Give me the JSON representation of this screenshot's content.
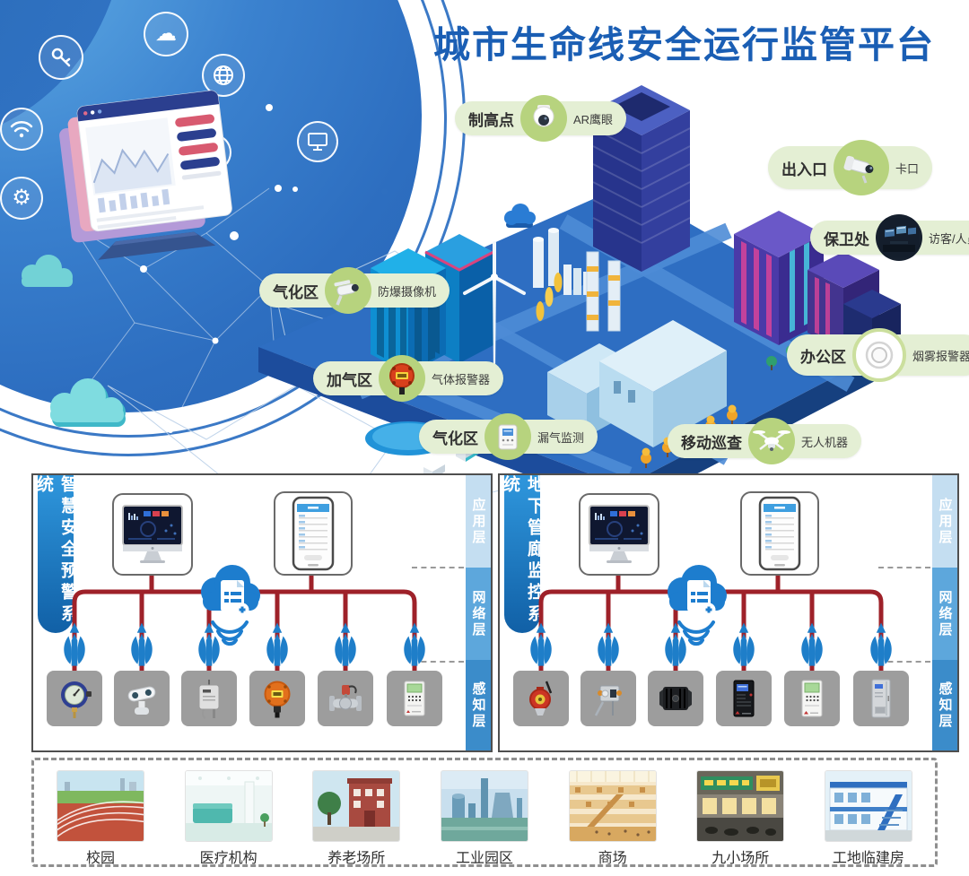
{
  "title": "城市生命线安全运行监管平台",
  "colors": {
    "title_blue": "#1a5eb4",
    "network_line_red": "#9e2129",
    "antenna_blue": "#1e7ec9",
    "callout_bg": "#e4efd4",
    "callout_circle": "#b7d37e",
    "layer_application": "#c4def1",
    "layer_network": "#5da7dc",
    "layer_perception": "#3b8cca",
    "platform_blue": "#2e6ec2"
  },
  "hero": {
    "icons": [
      {
        "name": "wifi-icon"
      },
      {
        "name": "key-icon"
      },
      {
        "name": "cloud-icon"
      },
      {
        "name": "globe-icon"
      },
      {
        "name": "gear-icon"
      },
      {
        "name": "mail-icon"
      },
      {
        "name": "monitor-icon"
      }
    ]
  },
  "city_callouts": [
    {
      "area": "制高点",
      "device": "AR鹰眼",
      "icon": "dome-camera-icon"
    },
    {
      "area": "出入口",
      "device": "卡口",
      "icon": "bullet-camera-icon"
    },
    {
      "area": "保卫处",
      "device": "访客/人员通道",
      "icon": "security-room-icon"
    },
    {
      "area": "气化区",
      "device": "防爆摄像机",
      "icon": "explosion-proof-camera-icon"
    },
    {
      "area": "加气区",
      "device": "气体报警器",
      "icon": "gas-alarm-icon"
    },
    {
      "area": "气化区",
      "device": "漏气监测",
      "icon": "leak-monitor-icon"
    },
    {
      "area": "办公区",
      "device": "烟雾报警器",
      "icon": "smoke-detector-icon"
    },
    {
      "area": "移动巡查",
      "device": "无人机器",
      "icon": "drone-icon"
    }
  ],
  "systems": [
    {
      "title": "智慧安全预警系统",
      "layers": [
        "应用层",
        "网络层",
        "感知层"
      ],
      "devices": [
        {
          "icon": "pressure-gauge-icon"
        },
        {
          "icon": "ptz-camera-icon"
        },
        {
          "icon": "sensor-box-icon"
        },
        {
          "icon": "gas-detector-icon"
        },
        {
          "icon": "valve-icon"
        },
        {
          "icon": "alarm-host-icon"
        }
      ]
    },
    {
      "title": "地下管廊监控系统",
      "layers": [
        "应用层",
        "网络层",
        "感知层"
      ],
      "devices": [
        {
          "icon": "wireless-gas-detector-icon"
        },
        {
          "icon": "transmitter-probe-icon"
        },
        {
          "icon": "controller-icon"
        },
        {
          "icon": "control-cabinet-icon"
        },
        {
          "icon": "alarm-panel-icon"
        },
        {
          "icon": "equipment-cabinet-icon"
        }
      ]
    }
  ],
  "venues": [
    {
      "label": "校园"
    },
    {
      "label": "医疗机构"
    },
    {
      "label": "养老场所"
    },
    {
      "label": "工业园区"
    },
    {
      "label": "商场"
    },
    {
      "label": "九小场所"
    },
    {
      "label": "工地临建房"
    }
  ]
}
